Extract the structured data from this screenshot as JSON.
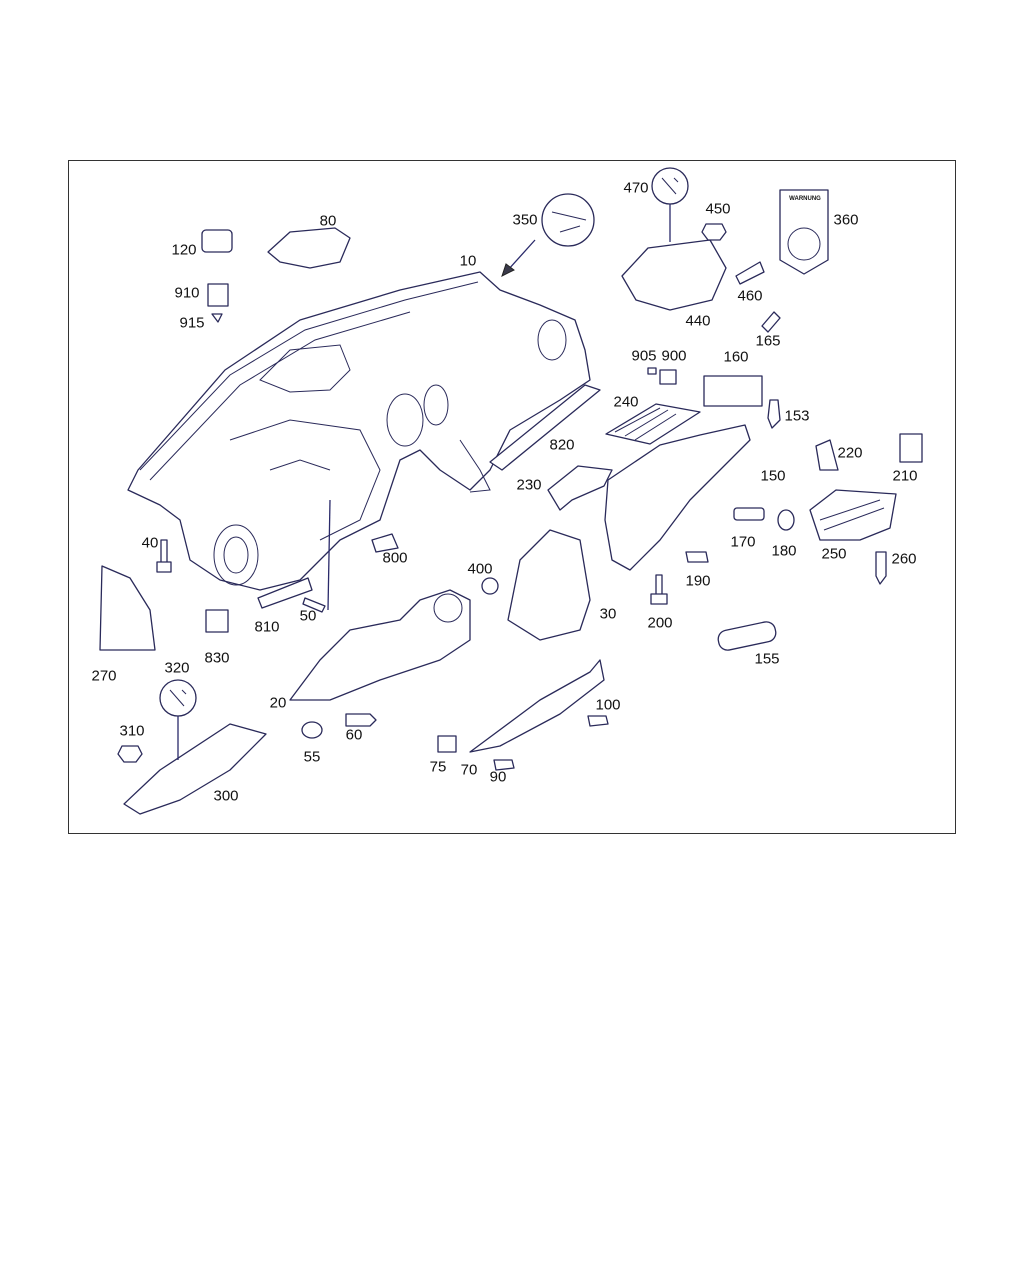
{
  "parts": [
    {
      "id": "p10",
      "label": "10"
    },
    {
      "id": "p20",
      "label": "20"
    },
    {
      "id": "p30",
      "label": "30"
    },
    {
      "id": "p40",
      "label": "40"
    },
    {
      "id": "p50",
      "label": "50"
    },
    {
      "id": "p55",
      "label": "55"
    },
    {
      "id": "p60",
      "label": "60"
    },
    {
      "id": "p70",
      "label": "70"
    },
    {
      "id": "p75",
      "label": "75"
    },
    {
      "id": "p80",
      "label": "80"
    },
    {
      "id": "p90",
      "label": "90"
    },
    {
      "id": "p100",
      "label": "100"
    },
    {
      "id": "p120",
      "label": "120"
    },
    {
      "id": "p150",
      "label": "150"
    },
    {
      "id": "p153",
      "label": "153"
    },
    {
      "id": "p155",
      "label": "155"
    },
    {
      "id": "p160",
      "label": "160"
    },
    {
      "id": "p165",
      "label": "165"
    },
    {
      "id": "p170",
      "label": "170"
    },
    {
      "id": "p180",
      "label": "180"
    },
    {
      "id": "p190",
      "label": "190"
    },
    {
      "id": "p200",
      "label": "200"
    },
    {
      "id": "p210",
      "label": "210"
    },
    {
      "id": "p220",
      "label": "220"
    },
    {
      "id": "p230",
      "label": "230"
    },
    {
      "id": "p240",
      "label": "240"
    },
    {
      "id": "p250",
      "label": "250"
    },
    {
      "id": "p260",
      "label": "260"
    },
    {
      "id": "p270",
      "label": "270"
    },
    {
      "id": "p300",
      "label": "300"
    },
    {
      "id": "p310",
      "label": "310"
    },
    {
      "id": "p320",
      "label": "320"
    },
    {
      "id": "p350",
      "label": "350"
    },
    {
      "id": "p360",
      "label": "360"
    },
    {
      "id": "p400",
      "label": "400"
    },
    {
      "id": "p440",
      "label": "440"
    },
    {
      "id": "p450",
      "label": "450"
    },
    {
      "id": "p460",
      "label": "460"
    },
    {
      "id": "p470",
      "label": "470"
    },
    {
      "id": "p800",
      "label": "800"
    },
    {
      "id": "p810",
      "label": "810"
    },
    {
      "id": "p820",
      "label": "820"
    },
    {
      "id": "p830",
      "label": "830"
    },
    {
      "id": "p900",
      "label": "900"
    },
    {
      "id": "p905",
      "label": "905"
    },
    {
      "id": "p910",
      "label": "910"
    },
    {
      "id": "p915",
      "label": "915"
    }
  ],
  "warning_label": {
    "text": "WARNUNG"
  },
  "colors": {
    "line": "#2a2a5a",
    "frame": "#333333",
    "fill": "#ffffff"
  }
}
